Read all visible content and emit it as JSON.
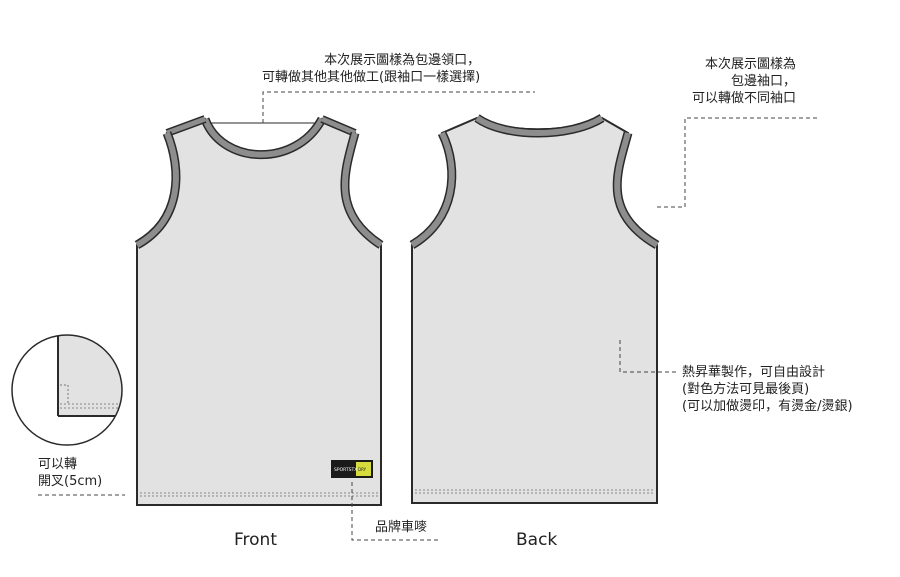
{
  "annotations": {
    "collar": [
      "本次展示圖樣為包邊領口，",
      "可轉做其他其他做工(跟袖口一樣選擇)"
    ],
    "sleeve": [
      "本次展示圖樣為",
      "包邊袖口，",
      "可以轉做不同袖口"
    ],
    "print": [
      "熱昇華製作，可自由設計",
      "(對色方法可見最後頁)",
      "(可以加做燙印，有燙金/燙銀)"
    ],
    "slit": [
      "可以轉",
      "開叉(5cm)"
    ],
    "label": "品牌車嘜"
  },
  "views": {
    "front": "Front",
    "back": "Back"
  },
  "tag": {
    "brand": "SPORTSTX",
    "sub": "DRY"
  },
  "colors": {
    "body": "#e2e2e2",
    "trim": "#8d8d8d",
    "inner": "#ffffff",
    "outline": "#2a2a2a",
    "tag_accent": "#d6dc3c"
  }
}
